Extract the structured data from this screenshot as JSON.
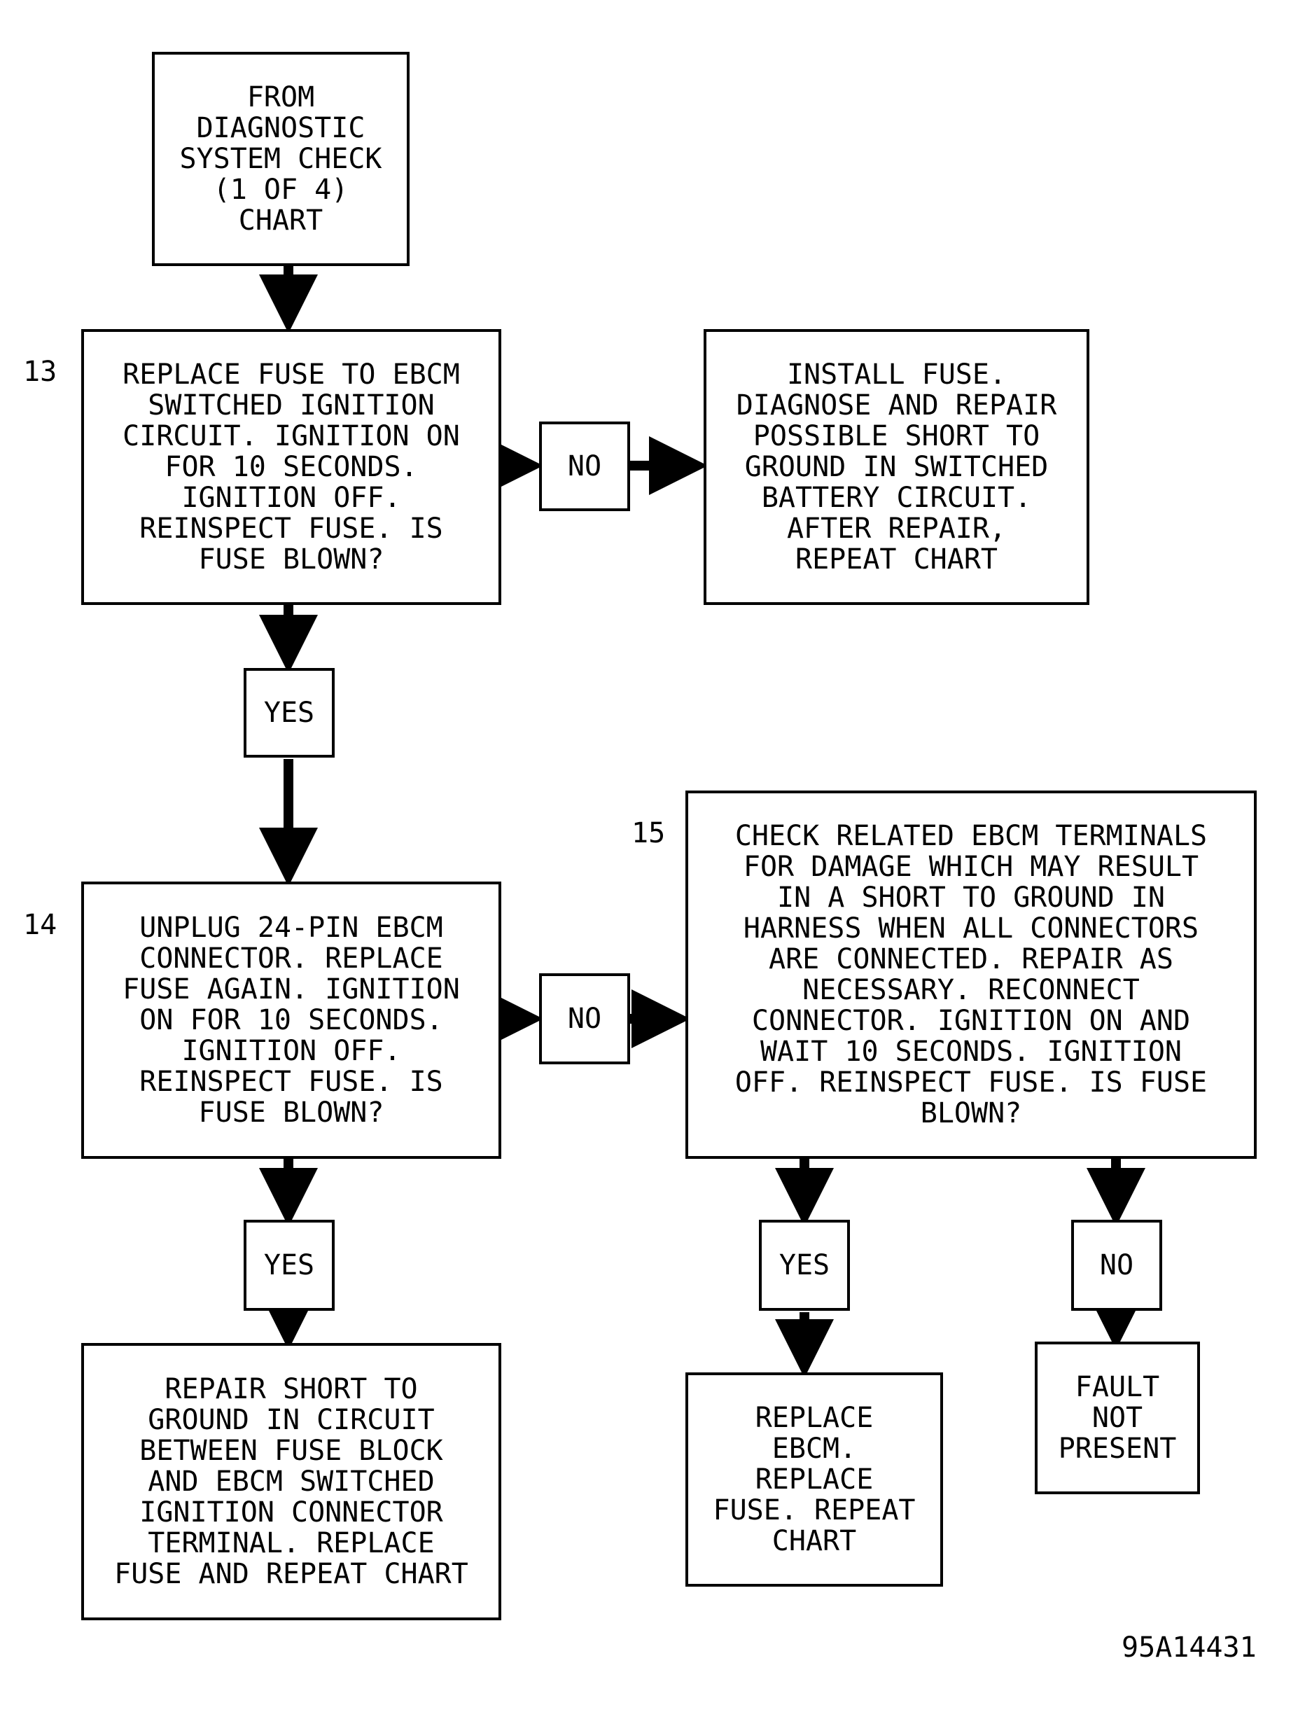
{
  "boxes": {
    "start": "FROM\nDIAGNOSTIC\nSYSTEM CHECK\n(1 OF 4)\nCHART",
    "step13": "REPLACE FUSE TO EBCM\nSWITCHED IGNITION\nCIRCUIT. IGNITION ON\nFOR 10 SECONDS.\nIGNITION OFF.\nREINSPECT FUSE. IS\nFUSE BLOWN?",
    "no13_result": "INSTALL FUSE.\nDIAGNOSE AND REPAIR\nPOSSIBLE SHORT TO\nGROUND IN SWITCHED\nBATTERY CIRCUIT.\nAFTER REPAIR,\nREPEAT CHART",
    "step14": "UNPLUG 24-PIN EBCM\nCONNECTOR. REPLACE\nFUSE AGAIN. IGNITION\nON FOR 10 SECONDS.\nIGNITION OFF.\nREINSPECT FUSE. IS\nFUSE BLOWN?",
    "step15": "CHECK RELATED EBCM TERMINALS\nFOR DAMAGE WHICH MAY RESULT\nIN A SHORT TO GROUND IN\nHARNESS WHEN ALL CONNECTORS\nARE CONNECTED. REPAIR AS\nNECESSARY. RECONNECT\nCONNECTOR. IGNITION ON AND\nWAIT 10 SECONDS. IGNITION\nOFF. REINSPECT FUSE. IS FUSE\nBLOWN?",
    "yes14_result": "REPAIR SHORT TO\nGROUND IN CIRCUIT\nBETWEEN FUSE BLOCK\nAND EBCM SWITCHED\nIGNITION CONNECTOR\nTERMINAL. REPLACE\nFUSE AND REPEAT CHART",
    "yes15_result": "REPLACE\nEBCM.\nREPLACE\nFUSE. REPEAT\nCHART",
    "no15_result": "FAULT\nNOT\nPRESENT"
  },
  "decisions": {
    "no13": "NO",
    "yes13": "YES",
    "no14": "NO",
    "yes14": "YES",
    "yes15": "YES",
    "no15": "NO"
  },
  "step_numbers": {
    "s13": "13",
    "s14": "14",
    "s15": "15"
  },
  "figure_id": "95A14431"
}
